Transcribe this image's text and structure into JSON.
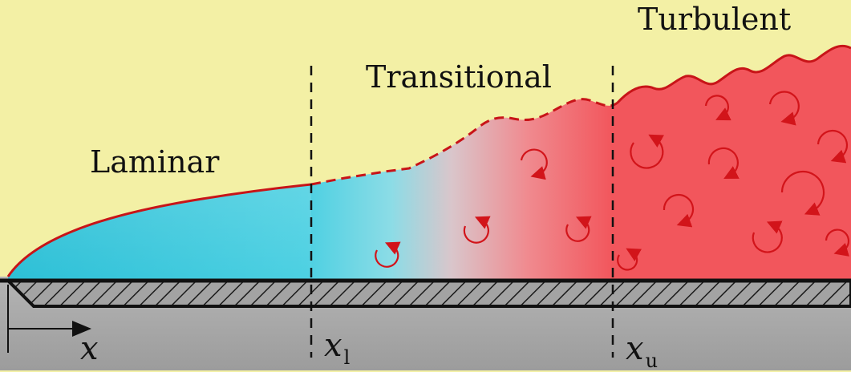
{
  "regions": {
    "laminar": "Laminar",
    "transitional": "Transitional",
    "turbulent": "Turbulent"
  },
  "axis": {
    "x_label": "x",
    "x1_main": "x",
    "x1_sub": "l",
    "xu_main": "x",
    "xu_sub": "u"
  },
  "colors": {
    "background": "#f3f0a5",
    "laminar": "#34c2d8",
    "transition_mid": "#d8c7cb",
    "turbulent": "#f2565c",
    "boundary_line": "#c81418",
    "plate_fill": "#9a9a9a",
    "ground": "#a6a6a6"
  }
}
